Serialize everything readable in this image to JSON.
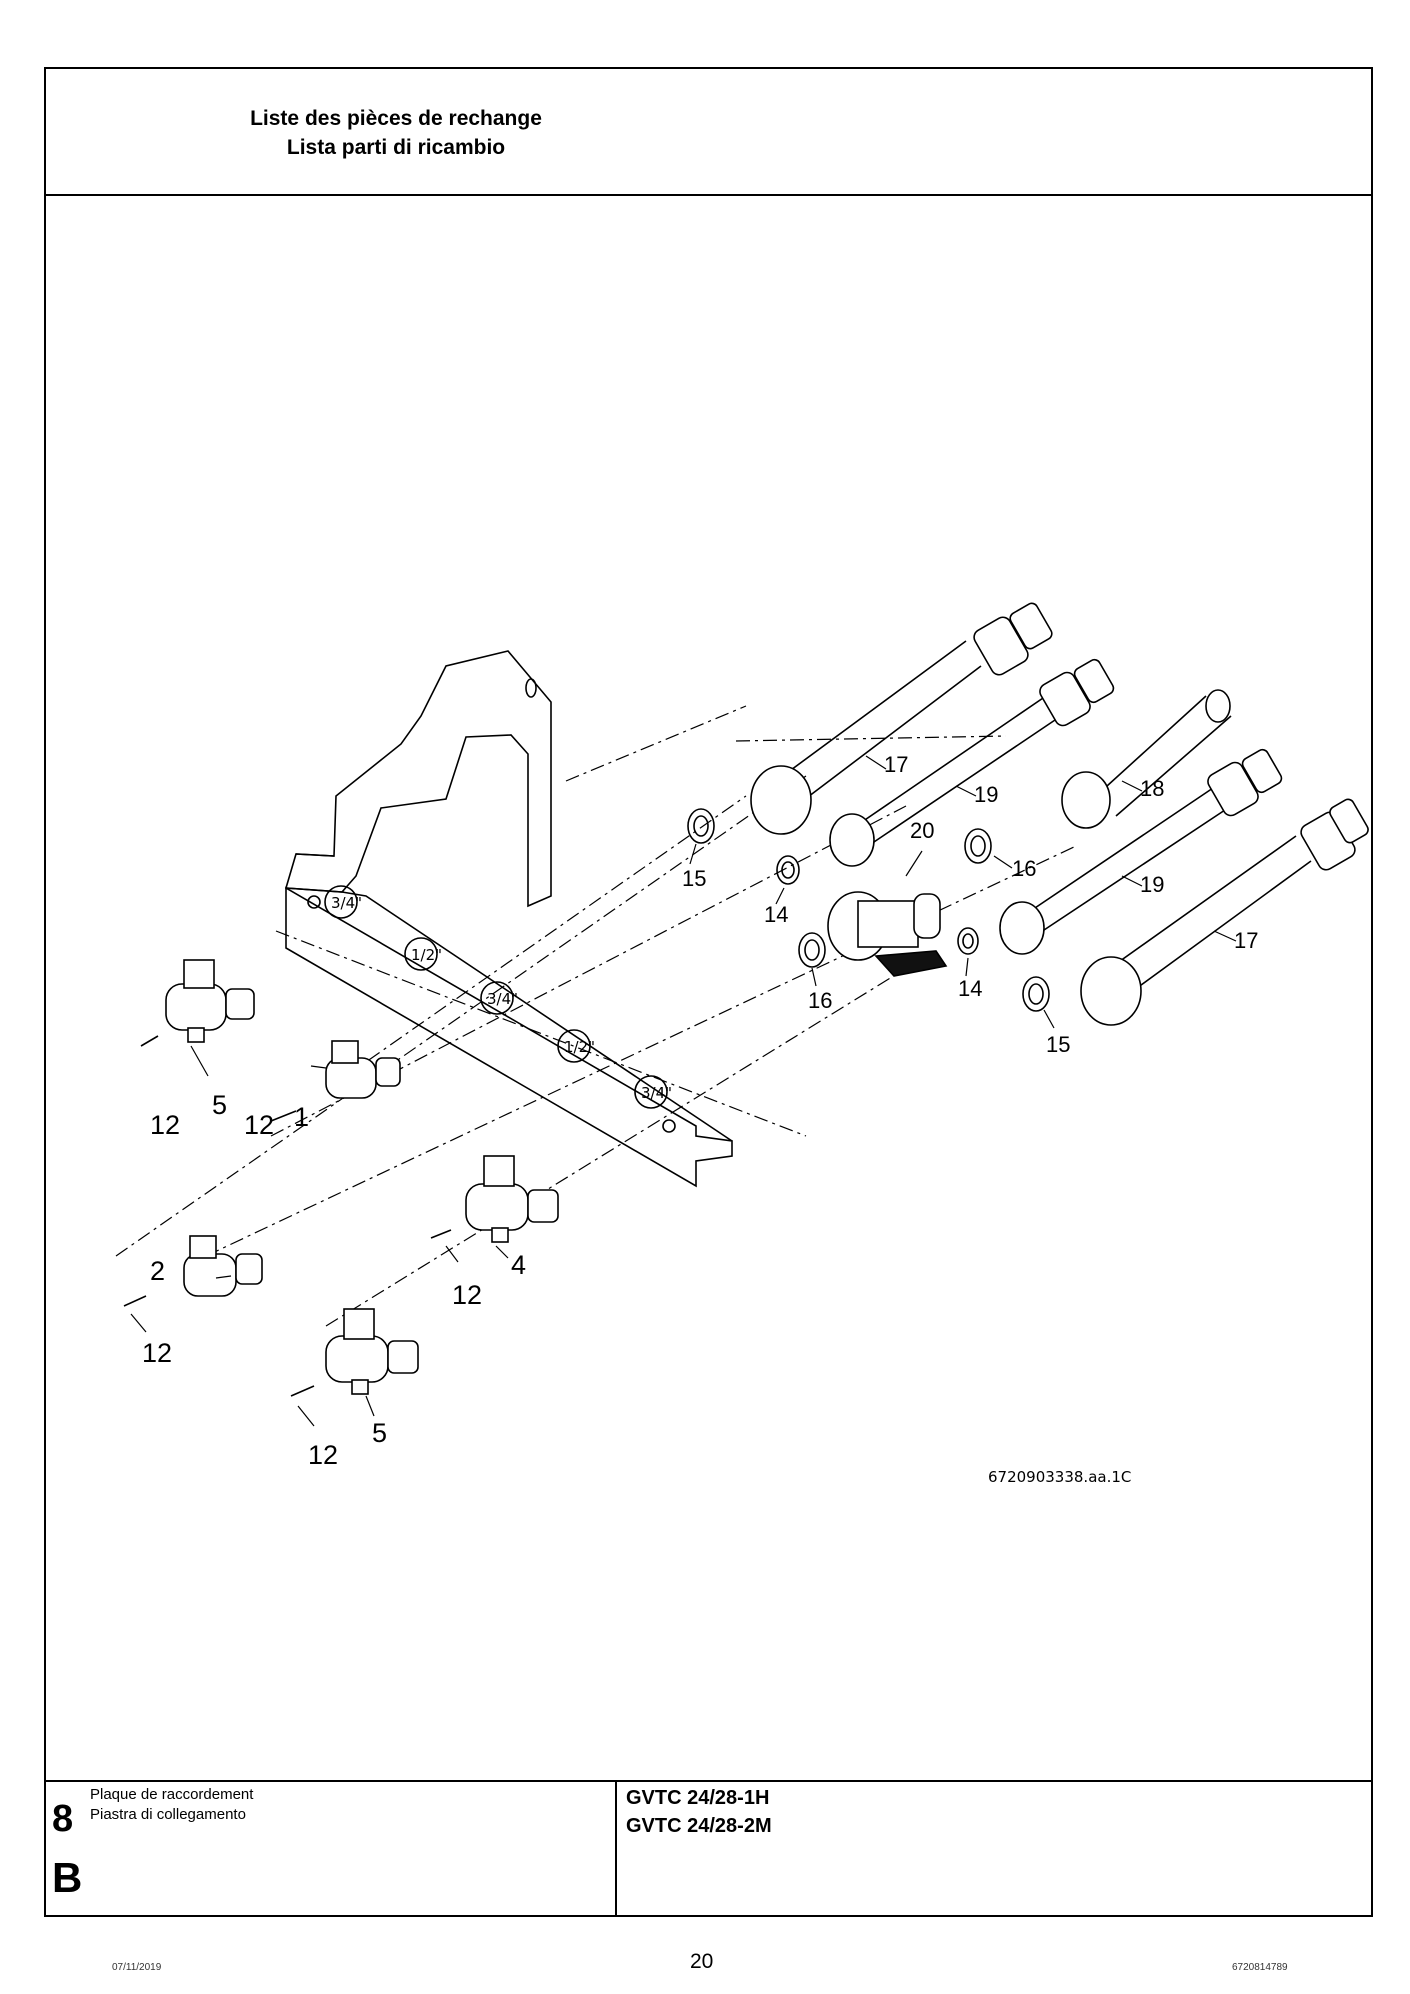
{
  "header": {
    "title_fr": "Liste des pièces de rechange",
    "title_it": "Lista parti di ricambio"
  },
  "drawing": {
    "reference": "6720903338.aa.1C",
    "callouts": {
      "c1": "1",
      "c2": "2",
      "c4": "4",
      "c5a": "5",
      "c5b": "5",
      "c12a": "12",
      "c12b": "12",
      "c12c": "12",
      "c12d": "12",
      "c12e": "12",
      "c14a": "14",
      "c14b": "14",
      "c15a": "15",
      "c15b": "15",
      "c16a": "16",
      "c16b": "16",
      "c17a": "17",
      "c17b": "17",
      "c18": "18",
      "c19a": "19",
      "c19b": "19",
      "c20": "20"
    },
    "port_labels": [
      "3/4\"",
      "1/2\"",
      "3/4\"",
      "1/2\"",
      "3/4\""
    ]
  },
  "footer": {
    "section_number": "8",
    "section_letter": "B",
    "section_title_fr": "Plaque de raccordement",
    "section_title_it": "Piastra di collegamento",
    "model_1": "GVTC 24/28-1H",
    "model_2": "GVTC 24/28-2M"
  },
  "page": {
    "date": "07/11/2019",
    "number": "20",
    "doc_number": "6720814789"
  }
}
